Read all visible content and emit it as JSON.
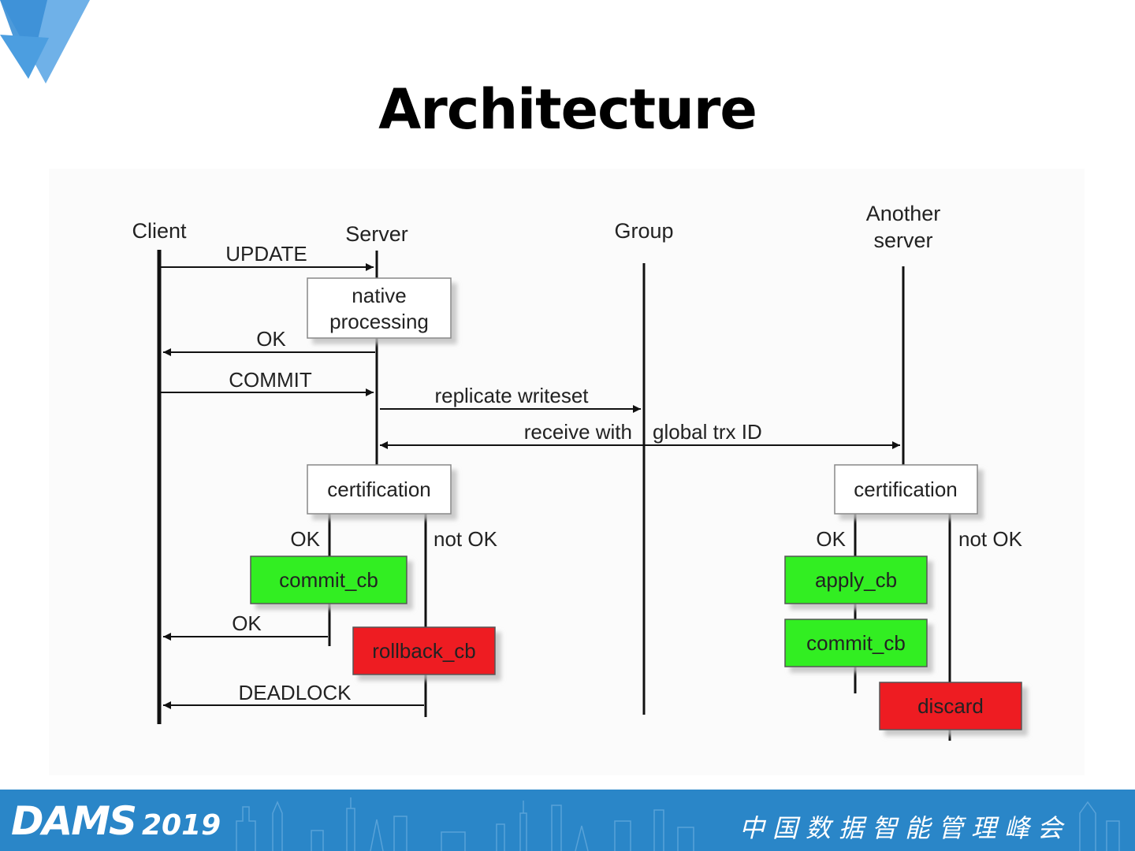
{
  "title": "Architecture",
  "diagram": {
    "lifelines": {
      "client": "Client",
      "server": "Server",
      "group": "Group",
      "another_line1": "Another",
      "another_line2": "server"
    },
    "messages": {
      "update": "UPDATE",
      "ok1": "OK",
      "commit": "COMMIT",
      "replicate": "replicate writeset",
      "receive_left": "receive with",
      "receive_right": "global trx ID",
      "ok2": "OK",
      "deadlock": "DEADLOCK"
    },
    "boxes": {
      "native_line1": "native",
      "native_line2": "processing",
      "cert_server": "certification",
      "cert_another": "certification",
      "commit_cb": "commit_cb",
      "rollback_cb": "rollback_cb",
      "apply_cb": "apply_cb",
      "commit_cb2": "commit_cb",
      "discard": "discard"
    },
    "branches": {
      "s_ok": "OK",
      "s_not_ok": "not OK",
      "a_ok": "OK",
      "a_not_ok": "not OK"
    }
  },
  "footer": {
    "brand": "DAMS",
    "year": "2019",
    "summit": "中国数据智能管理峰会"
  },
  "colors": {
    "green_box": "#33ee22",
    "red_box": "#ee1c24",
    "footer": "#2a86c8",
    "logo_blue": "#3a8fd6"
  }
}
